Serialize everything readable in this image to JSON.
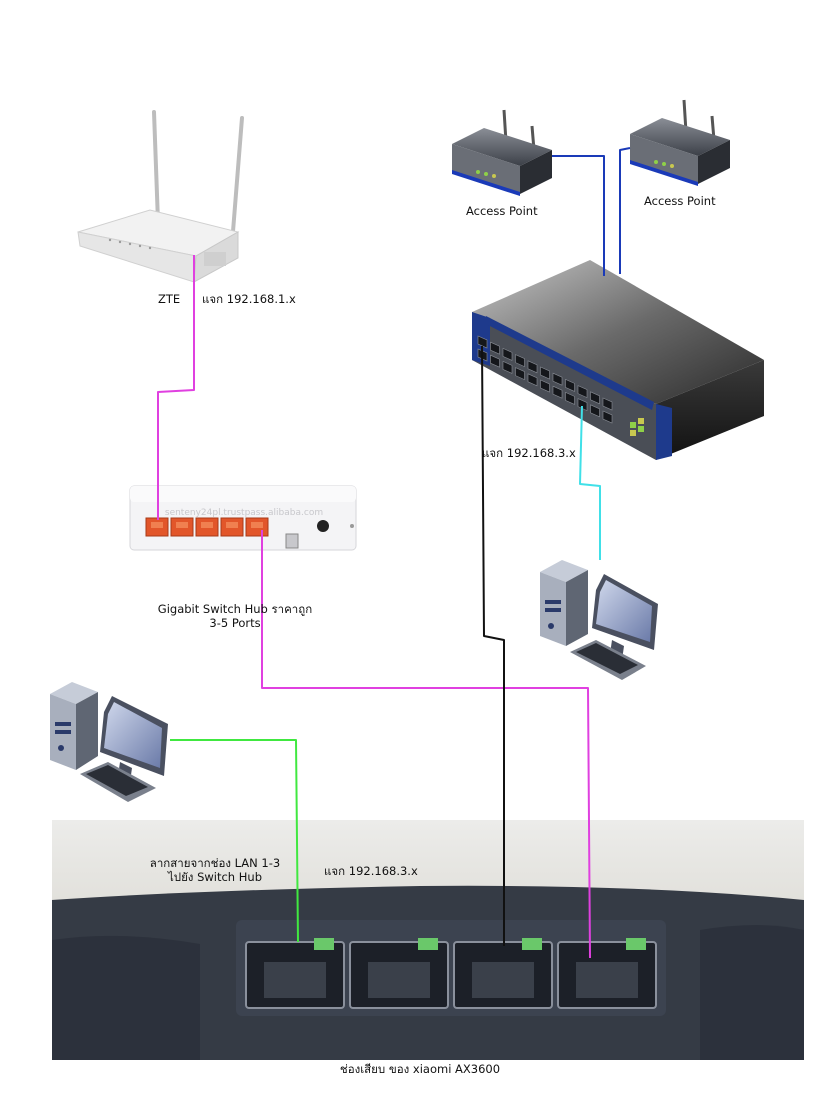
{
  "devices": {
    "zte": {
      "name": "ZTE",
      "ip_note": "แจก 192.168.1.x"
    },
    "access_point_1": {
      "name": "Access Point"
    },
    "access_point_2": {
      "name": "Access Point"
    },
    "main_switch": {
      "ip_note": "แจก 192.168.3.x"
    },
    "gigabit_switch": {
      "line1": "Gigabit Switch Hub ราคาถูก",
      "line2": "3-5 Ports",
      "watermark": "senteny24pl.trustpass.alibaba.com"
    },
    "router": {
      "lan_note_line1": "ลากสายจากช่อง LAN 1-3",
      "lan_note_line2": "ไปยัง Switch Hub",
      "ip_note": "แจก 192.168.3.x",
      "caption": "ช่องเสียบ ของ xiaomi AX3600"
    }
  },
  "cable_colors": {
    "zte_to_switch": "#e040e0",
    "switch_to_router": "#e040e0",
    "access_points": "#1a3ab8",
    "main_switch_to_router": "#111111",
    "main_switch_to_pc": "#40e0e8",
    "pc_to_router": "#40e840"
  }
}
